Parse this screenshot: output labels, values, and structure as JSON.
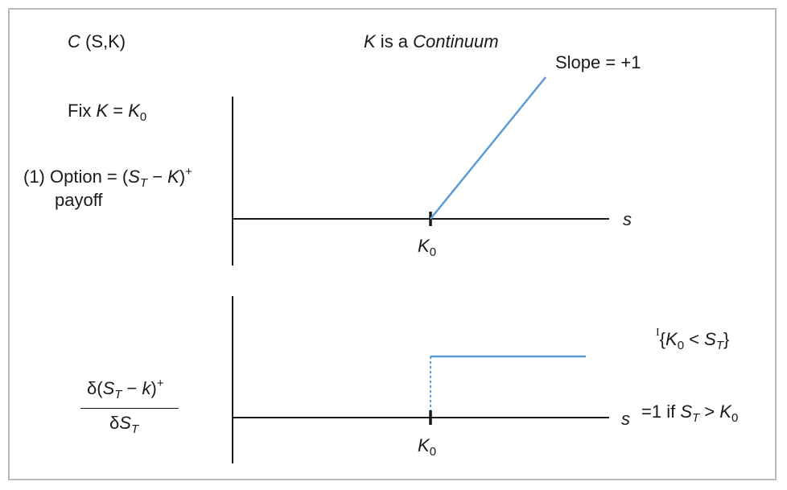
{
  "labels": {
    "function_label": {
      "C": "C",
      "args": "(S,K)"
    },
    "title": {
      "K": "K",
      "is_a": " is a ",
      "continuum": "Continuum"
    },
    "fix_k": {
      "prefix": "Fix ",
      "K": "K",
      "eq": " = ",
      "K0": "K",
      "K0_sub": "0"
    },
    "option_payoff": {
      "line1_prefix": "(1) Option = (",
      "S": "S",
      "S_sub": "T",
      "minus": " − ",
      "K": "K",
      "close": ")",
      "sup": "+",
      "line2": "payoff"
    },
    "slope": "Slope = +1",
    "axis_top": "s",
    "axis_bottom": "s",
    "k0_top": {
      "K": "K",
      "sub": "0"
    },
    "k0_bottom": {
      "K": "K",
      "sub": "0"
    },
    "derivative": {
      "num_delta": "δ(",
      "num_S": "S",
      "num_S_sub": "T",
      "num_minus": " − ",
      "num_k": "k",
      "num_close": ")",
      "num_sup": "+",
      "den_delta": "δ",
      "den_S": "S",
      "den_S_sub": "T"
    },
    "indicator": {
      "I": "I",
      "open": "{",
      "K": "K",
      "K_sub": "0",
      "lt": " < ",
      "S": "S",
      "S_sub": "T",
      "close": "}"
    },
    "indicator_def": {
      "prefix": "=1 if ",
      "S": "S",
      "S_sub": "T",
      "gt": " > ",
      "K": "K",
      "K_sub": "0"
    }
  },
  "colors": {
    "axis": "#1a1a1a",
    "curve": "#5b9bd5",
    "frame": "#b9b9b9"
  }
}
